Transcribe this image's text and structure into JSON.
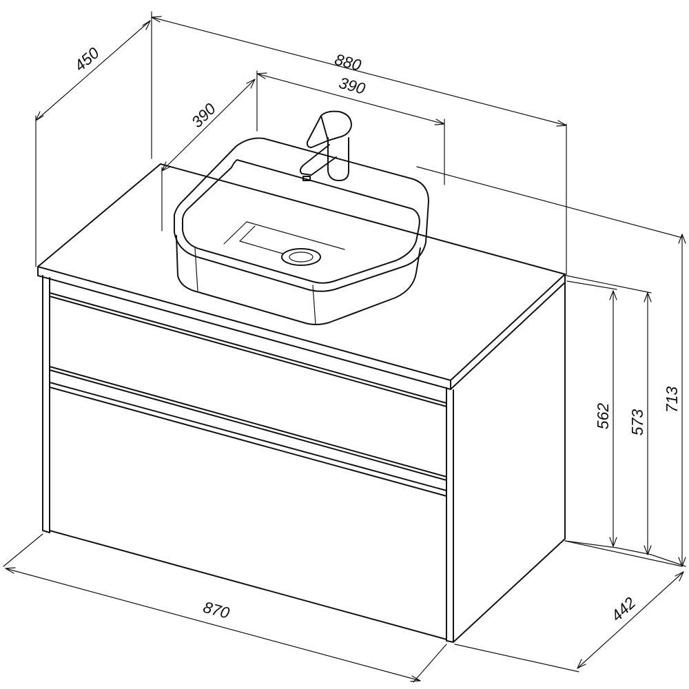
{
  "dimensions": {
    "top_width": "880",
    "top_depth": "450",
    "basin_width": "390",
    "basin_depth": "390",
    "bottom_width": "870",
    "bottom_depth": "442",
    "height_562": "562",
    "height_573": "573",
    "height_713": "713"
  }
}
